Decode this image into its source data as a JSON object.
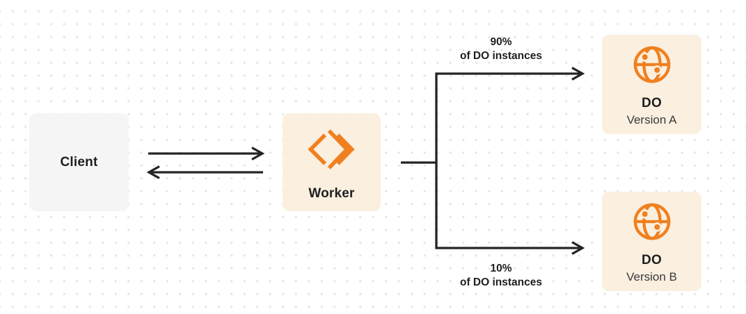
{
  "diagram": {
    "nodes": {
      "client": {
        "label": "Client"
      },
      "worker": {
        "label": "Worker",
        "icon": "cloudflare-workers-icon"
      },
      "do_version_a": {
        "title": "DO",
        "subtitle": "Version A",
        "icon": "durable-object-globe-icon"
      },
      "do_version_b": {
        "title": "DO",
        "subtitle": "Version B",
        "icon": "durable-object-globe-icon"
      }
    },
    "edges": {
      "client_worker": {
        "direction": "bidirectional"
      },
      "worker_do_a": {
        "percent": "90%",
        "caption": "of DO instances"
      },
      "worker_do_b": {
        "percent": "10%",
        "caption": "of DO instances"
      }
    },
    "colors": {
      "accent_orange": "#F0801F",
      "node_fill_cream": "#FBEFDF",
      "node_fill_gray": "#F5F5F6",
      "connector_line": "#222426",
      "text_primary": "#1D1F21",
      "text_secondary": "#36393C",
      "background_dot": "#E8E8E9",
      "background": "#FFFFFF"
    }
  }
}
